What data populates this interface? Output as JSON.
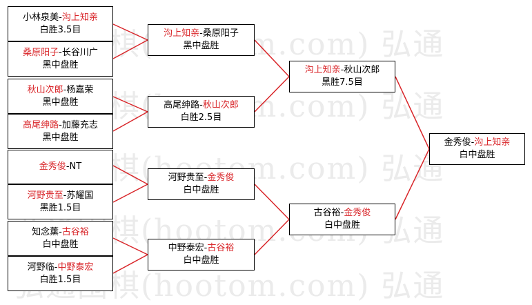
{
  "watermark": "弘通围棋(hootom.com) 弘通",
  "colors": {
    "winner": "#d9262a",
    "line": "#d9262a",
    "border": "#000000"
  },
  "round1": [
    {
      "p1": "小林泉美",
      "sep": "-",
      "p2": "沟上知亲",
      "winner": 2,
      "result": "白胜3.5目"
    },
    {
      "p1": "桑原阳子",
      "sep": "-",
      "p2": "长谷川广",
      "winner": 1,
      "result": "黑中盘胜"
    },
    {
      "p1": "秋山次郎",
      "sep": "-",
      "p2": "杨嘉荣",
      "winner": 1,
      "result": "黑中盘胜"
    },
    {
      "p1": "高尾绅路",
      "sep": "-",
      "p2": "加藤充志",
      "winner": 1,
      "result": "黑中盘胜"
    },
    {
      "p1": "金秀俊",
      "sep": "-",
      "p2": "NT",
      "winner": 1,
      "result": ""
    },
    {
      "p1": "河野贵至",
      "sep": "-",
      "p2": "苏耀国",
      "winner": 1,
      "result": "黑胜1.5目"
    },
    {
      "p1": "知念薰",
      "sep": "-",
      "p2": "古谷裕",
      "winner": 2,
      "result": "白中盘胜"
    },
    {
      "p1": "河野临",
      "sep": "-",
      "p2": "中野泰宏",
      "winner": 2,
      "result": "白胜1.5目"
    }
  ],
  "round2": [
    {
      "p1": "沟上知亲",
      "sep": "-",
      "p2": "桑原阳子",
      "winner": 1,
      "result": "黑中盘胜"
    },
    {
      "p1": "高尾绅路",
      "sep": "-",
      "p2": "秋山次郎",
      "winner": 2,
      "result": "白胜2.5目"
    },
    {
      "p1": "河野贵至",
      "sep": "-",
      "p2": "金秀俊",
      "winner": 2,
      "result": "白中盘胜"
    },
    {
      "p1": "中野泰宏",
      "sep": "-",
      "p2": "古谷裕",
      "winner": 2,
      "result": "白中盘胜"
    }
  ],
  "round3": [
    {
      "p1": "沟上知亲",
      "sep": "-",
      "p2": "秋山次郎",
      "winner": 1,
      "result": "黑胜7.5目"
    },
    {
      "p1": "古谷裕",
      "sep": "-",
      "p2": "金秀俊",
      "winner": 2,
      "result": "白中盘胜"
    }
  ],
  "final": [
    {
      "p1": "金秀俊",
      "sep": "-",
      "p2": "沟上知亲",
      "winner": 2,
      "result": "白中盘胜"
    }
  ]
}
